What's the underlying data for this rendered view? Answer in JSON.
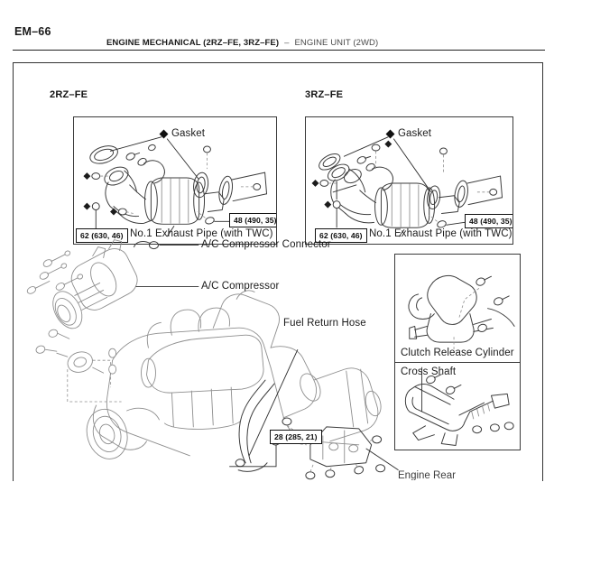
{
  "page": {
    "number": "EM–66",
    "header": {
      "section": "ENGINE MECHANICAL (2RZ–FE, 3RZ–FE)",
      "separator": "–",
      "subsection": "ENGINE UNIT (2WD)"
    }
  },
  "panels": {
    "left": {
      "caption": "2RZ–FE",
      "gasket_label": "Gasket",
      "part_label": "No.1 Exhaust Pipe (with TWC)",
      "torque_left": "62 (630, 46)",
      "torque_right": "48 (490, 35)"
    },
    "right": {
      "caption": "3RZ–FE",
      "gasket_label": "Gasket",
      "part_label": "No.1 Exhaust Pipe (with TWC)",
      "torque_left": "62 (630, 46)",
      "torque_right": "48 (490, 35)"
    }
  },
  "main_diagram": {
    "labels": {
      "ac_connector": "A/C Compressor Connector",
      "ac_compressor": "A/C Compressor",
      "fuel_return_hose": "Fuel Return Hose",
      "engine_rear": "Engine Rear"
    },
    "torque_center": "28 (285, 21)"
  },
  "inset": {
    "top": {
      "label": "Clutch Release Cylinder"
    },
    "bottom": {
      "label": "Cross Shaft"
    }
  },
  "colors": {
    "ink": "#1a1a1a",
    "line": "#3c3c3c",
    "line_light": "#8e8e8e",
    "border": "#333333"
  }
}
